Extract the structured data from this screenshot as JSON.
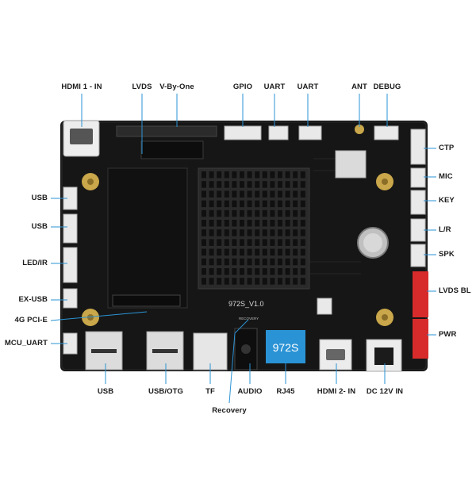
{
  "colors": {
    "board": "#151515",
    "leader": "#2a93d5",
    "label": "#1b1b1b",
    "red_connector": "#d72b2b",
    "white_connector": "#e9e9e9",
    "brass": "#c9a74a",
    "chip_badge": "#2a93d5"
  },
  "labels": {
    "hdmi1_in": "HDMI 1 - IN",
    "lvds": "LVDS",
    "vbyone": "V-By-One",
    "gpio": "GPIO",
    "uart1": "UART",
    "uart2": "UART",
    "ant": "ANT",
    "debug": "DEBUG",
    "ctp": "CTP",
    "mic": "MIC",
    "key": "KEY",
    "lr": "L/R",
    "spk": "SPK",
    "lvds_bl": "LVDS BL",
    "pwr": "PWR",
    "usb_l1": "USB",
    "usb_l2": "USB",
    "led_ir": "LED/IR",
    "ex_usb": "EX-USB",
    "pcie_4g": "4G PCI-E",
    "mcu_uart": "MCU_UART",
    "usb_b": "USB",
    "usb_otg": "USB/OTG",
    "tf": "TF",
    "audio": "AUDIO",
    "recovery": "Recovery",
    "rj45": "RJ45",
    "hdmi2_in": "HDMI 2- IN",
    "dc_12v_in": "DC 12V IN"
  },
  "board_marks": {
    "model_silk": "972S_V1.0",
    "chip_badge": "972S",
    "recovery_silk": "RECOVERY"
  }
}
